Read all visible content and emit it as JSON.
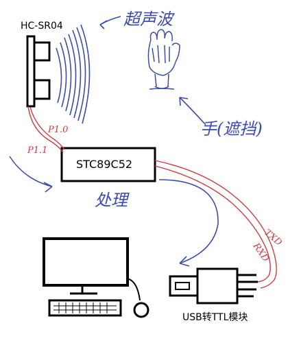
{
  "diagram": {
    "sensor_label": "HC-SR04",
    "ultrasonic_note": "超声波",
    "hand_note": "手(遮挡)",
    "mcu_label": "STC89C52",
    "process_note": "处理",
    "pin_p10": "P1.0",
    "pin_p11": "P1.1",
    "pin_txd": "TXD",
    "pin_rxd": "RXD",
    "usb_module_label": "USB转TTL模块"
  },
  "colors": {
    "ink": "#000000",
    "blue_ink": "#3a4bb0",
    "red_wire": "#d23a3a"
  }
}
